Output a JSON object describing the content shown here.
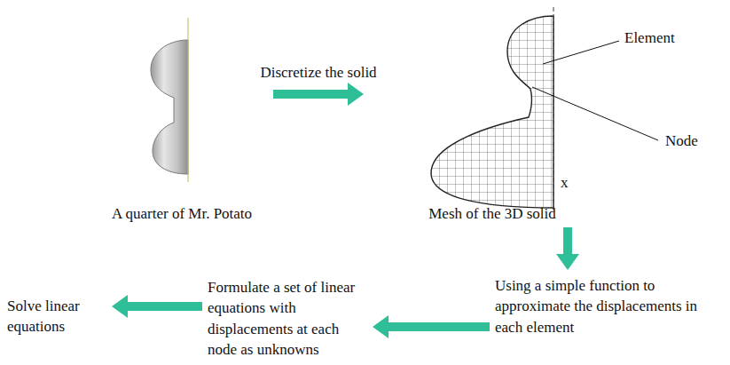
{
  "diagram": {
    "nodes": [
      {
        "text": [
          "A quarter of Mr. Potato"
        ]
      },
      {
        "text": [
          "Mesh of the 3D solid"
        ]
      },
      {
        "text": [
          "Using a simple function to approximate the displacements in each element"
        ]
      },
      {
        "text": [
          "Formulate a set of linear equations with displacements at each node as unknowns"
        ]
      },
      {
        "text": [
          "Solve linear equations"
        ]
      }
    ],
    "edges": [
      {
        "from": 0,
        "to": 1,
        "arrow": "to",
        "label": "Discretize the solid"
      },
      {
        "from": 1,
        "to": 2,
        "arrow": "to"
      },
      {
        "from": 2,
        "to": 3,
        "arrow": "to"
      },
      {
        "from": 3,
        "to": 4,
        "arrow": "to"
      }
    ],
    "labels": [
      "Element",
      "Node",
      "x"
    ]
  }
}
